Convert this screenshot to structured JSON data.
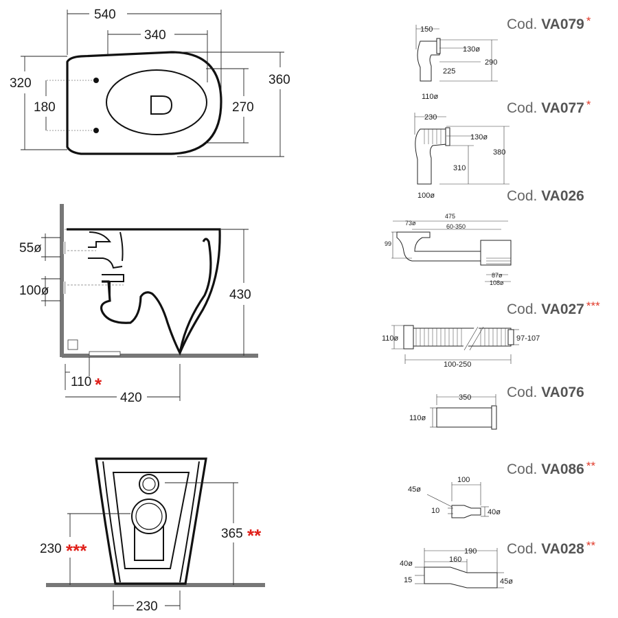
{
  "top_view": {
    "width_overall": "540",
    "width_bowl": "340",
    "depth_left": "320",
    "depth_right": "360",
    "fixing_spacing": "180",
    "bowl_depth": "270"
  },
  "side_view": {
    "inlet_diameter": "55ø",
    "outlet_diameter": "100ø",
    "height": "430",
    "outlet_offset": "110",
    "outlet_offset_mark": "*",
    "outlet_to_front": "420"
  },
  "rear_view": {
    "outlet_height": "230",
    "outlet_height_mark": "***",
    "inlet_height": "365",
    "inlet_height_mark": "**",
    "foot_width": "230"
  },
  "accessories": [
    {
      "prefix": "Cod.",
      "code": "VA079",
      "mark": "*",
      "dims": {
        "a": "150",
        "b": "130ø",
        "c": "225",
        "d": "290",
        "e": "110ø"
      }
    },
    {
      "prefix": "Cod.",
      "code": "VA077",
      "mark": "*",
      "dims": {
        "a": "230",
        "b": "130ø",
        "c": "310",
        "d": "380",
        "e": "100ø"
      }
    },
    {
      "prefix": "Cod.",
      "code": "VA026",
      "mark": "",
      "dims": {
        "a": "475",
        "b": "73ø",
        "c": "60-350",
        "d": "99",
        "e": "87ø",
        "f": "108ø"
      }
    },
    {
      "prefix": "Cod.",
      "code": "VA027",
      "mark": "***",
      "dims": {
        "a": "110ø",
        "b": "97-107",
        "c": "100-250"
      }
    },
    {
      "prefix": "Cod.",
      "code": "VA076",
      "mark": "",
      "dims": {
        "a": "350",
        "b": "110ø"
      }
    },
    {
      "prefix": "Cod.",
      "code": "VA086",
      "mark": "**",
      "dims": {
        "a": "100",
        "b": "45ø",
        "c": "10",
        "d": "40ø"
      }
    },
    {
      "prefix": "Cod.",
      "code": "VA028",
      "mark": "**",
      "dims": {
        "a": "190",
        "b": "160",
        "c": "40ø",
        "d": "15",
        "e": "45ø"
      }
    }
  ],
  "colors": {
    "line": "#111111",
    "code_text": "#555555",
    "red_mark": "#e0201a"
  }
}
